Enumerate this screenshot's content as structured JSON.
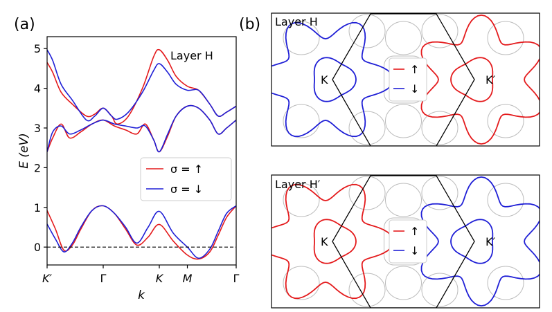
{
  "figure": {
    "panel_a_label": "(a)",
    "panel_b_label": "(b)"
  },
  "chart_data": [
    {
      "type": "line",
      "panel": "(a)",
      "annotation": "Layer H",
      "xlabel": "k",
      "ylabel": "E (eV)",
      "ylim": [
        -0.45,
        5.3
      ],
      "yticks": [
        0,
        1,
        2,
        3,
        4,
        5
      ],
      "ytick_labels": [
        "0",
        "1",
        "2",
        "3",
        "4",
        "5"
      ],
      "x_ticks": [
        "K′",
        "Γ",
        "K",
        "M",
        "Γ"
      ],
      "x_tick_positions": [
        0,
        1,
        2,
        2.5,
        3.37
      ],
      "grid": false,
      "legend": {
        "placement": "center-right",
        "entries": [
          "σ = ↑",
          "σ = ↓"
        ]
      },
      "reference_line": {
        "y": 0,
        "style": "dashed"
      },
      "colors": {
        "up": "#e41a1c",
        "down": "#1f1fd6"
      },
      "series": [
        {
          "name": "σ = ↑",
          "color": "#e41a1c",
          "bands": [
            [
              [
                0,
                0.92
              ],
              [
                0.15,
                0.45
              ],
              [
                0.3,
                -0.08
              ],
              [
                0.45,
                0.05
              ],
              [
                0.6,
                0.45
              ],
              [
                0.8,
                0.92
              ],
              [
                1,
                1.04
              ],
              [
                1.2,
                0.85
              ],
              [
                1.4,
                0.45
              ],
              [
                1.6,
                0.05
              ],
              [
                1.8,
                0.25
              ],
              [
                2,
                0.57
              ],
              [
                2.25,
                0.15
              ],
              [
                2.5,
                -0.2
              ],
              [
                2.7,
                -0.3
              ],
              [
                2.9,
                -0.12
              ],
              [
                3.05,
                0.3
              ],
              [
                3.2,
                0.75
              ],
              [
                3.37,
                1.04
              ]
            ],
            [
              [
                0,
                2.4
              ],
              [
                0.1,
                2.75
              ],
              [
                0.25,
                3.1
              ],
              [
                0.4,
                2.75
              ],
              [
                0.6,
                2.9
              ],
              [
                0.8,
                3.1
              ],
              [
                1,
                3.2
              ],
              [
                1.2,
                3.05
              ],
              [
                1.4,
                2.95
              ],
              [
                1.6,
                2.85
              ],
              [
                1.75,
                3.1
              ],
              [
                1.9,
                2.7
              ],
              [
                2,
                2.4
              ],
              [
                2.15,
                2.8
              ],
              [
                2.3,
                3.3
              ],
              [
                2.5,
                3.55
              ],
              [
                2.7,
                3.5
              ],
              [
                2.9,
                3.2
              ],
              [
                3.05,
                2.85
              ],
              [
                3.2,
                3.0
              ],
              [
                3.37,
                3.2
              ]
            ],
            [
              [
                0,
                4.65
              ],
              [
                0.1,
                4.4
              ],
              [
                0.25,
                3.9
              ],
              [
                0.45,
                3.6
              ],
              [
                0.7,
                3.3
              ],
              [
                0.85,
                3.35
              ],
              [
                1,
                3.5
              ],
              [
                1.15,
                3.3
              ],
              [
                1.25,
                3.1
              ],
              [
                1.45,
                3.3
              ],
              [
                1.7,
                4.0
              ],
              [
                1.9,
                4.8
              ],
              [
                2,
                4.97
              ],
              [
                2.15,
                4.7
              ],
              [
                2.3,
                4.3
              ],
              [
                2.5,
                4.05
              ],
              [
                2.7,
                3.95
              ],
              [
                2.9,
                3.6
              ],
              [
                3.05,
                3.3
              ],
              [
                3.2,
                3.4
              ],
              [
                3.37,
                3.55
              ]
            ]
          ]
        },
        {
          "name": "σ = ↓",
          "color": "#1f1fd6",
          "bands": [
            [
              [
                0,
                0.58
              ],
              [
                0.15,
                0.2
              ],
              [
                0.3,
                -0.12
              ],
              [
                0.45,
                0.1
              ],
              [
                0.6,
                0.5
              ],
              [
                0.8,
                0.92
              ],
              [
                1,
                1.04
              ],
              [
                1.2,
                0.85
              ],
              [
                1.4,
                0.5
              ],
              [
                1.6,
                0.1
              ],
              [
                1.8,
                0.5
              ],
              [
                2,
                0.9
              ],
              [
                2.25,
                0.35
              ],
              [
                2.5,
                0.0
              ],
              [
                2.7,
                -0.28
              ],
              [
                2.9,
                -0.05
              ],
              [
                3.05,
                0.4
              ],
              [
                3.2,
                0.85
              ],
              [
                3.37,
                1.04
              ]
            ],
            [
              [
                0,
                2.4
              ],
              [
                0.1,
                2.9
              ],
              [
                0.25,
                3.05
              ],
              [
                0.4,
                2.85
              ],
              [
                0.6,
                2.95
              ],
              [
                0.8,
                3.1
              ],
              [
                1,
                3.2
              ],
              [
                1.2,
                3.1
              ],
              [
                1.4,
                3.05
              ],
              [
                1.6,
                3.0
              ],
              [
                1.75,
                3.05
              ],
              [
                1.9,
                2.7
              ],
              [
                2,
                2.4
              ],
              [
                2.15,
                2.85
              ],
              [
                2.3,
                3.3
              ],
              [
                2.5,
                3.55
              ],
              [
                2.7,
                3.5
              ],
              [
                2.9,
                3.2
              ],
              [
                3.05,
                2.85
              ],
              [
                3.2,
                3.0
              ],
              [
                3.37,
                3.2
              ]
            ],
            [
              [
                0,
                4.97
              ],
              [
                0.1,
                4.7
              ],
              [
                0.25,
                4.1
              ],
              [
                0.45,
                3.7
              ],
              [
                0.7,
                3.2
              ],
              [
                0.85,
                3.3
              ],
              [
                1,
                3.5
              ],
              [
                1.15,
                3.3
              ],
              [
                1.25,
                3.22
              ],
              [
                1.45,
                3.4
              ],
              [
                1.7,
                3.9
              ],
              [
                1.9,
                4.45
              ],
              [
                2,
                4.62
              ],
              [
                2.15,
                4.4
              ],
              [
                2.3,
                4.1
              ],
              [
                2.5,
                3.95
              ],
              [
                2.7,
                3.95
              ],
              [
                2.9,
                3.6
              ],
              [
                3.05,
                3.3
              ],
              [
                3.2,
                3.4
              ],
              [
                3.37,
                3.55
              ]
            ]
          ]
        }
      ]
    },
    {
      "type": "diagram",
      "panel": "(b)",
      "subplots": [
        {
          "title": "Layer H",
          "left_color": "#1f1fd6",
          "right_color": "#e41a1c",
          "left_point": "K",
          "right_point": "K′",
          "legend": {
            "entries": [
              "↑",
              "↓"
            ],
            "colors": [
              "#e41a1c",
              "#1f1fd6"
            ]
          }
        },
        {
          "title": "Layer H′",
          "left_color": "#e41a1c",
          "right_color": "#1f1fd6",
          "left_point": "K",
          "right_point": "K′",
          "legend": {
            "entries": [
              "↑",
              "↓"
            ],
            "colors": [
              "#e41a1c",
              "#1f1fd6"
            ]
          }
        }
      ],
      "colors": {
        "bz_boundary": "#000000",
        "faint_contour": "#bbbbbb"
      }
    }
  ]
}
